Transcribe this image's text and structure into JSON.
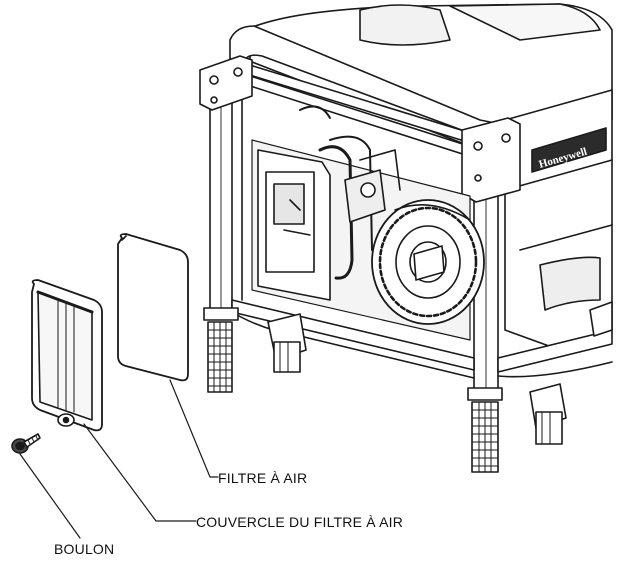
{
  "labels": {
    "air_filter": "FILTRE À AIR",
    "air_filter_cover": "COUVERCLE DU FILTRE À AIR",
    "bolt": "BOULON"
  },
  "brand_logo_text": "Honeywell",
  "colors": {
    "line": "#1a1a1a",
    "fill": "#ffffff",
    "shade": "#d9d9d9",
    "dark": "#3a3a3a"
  }
}
